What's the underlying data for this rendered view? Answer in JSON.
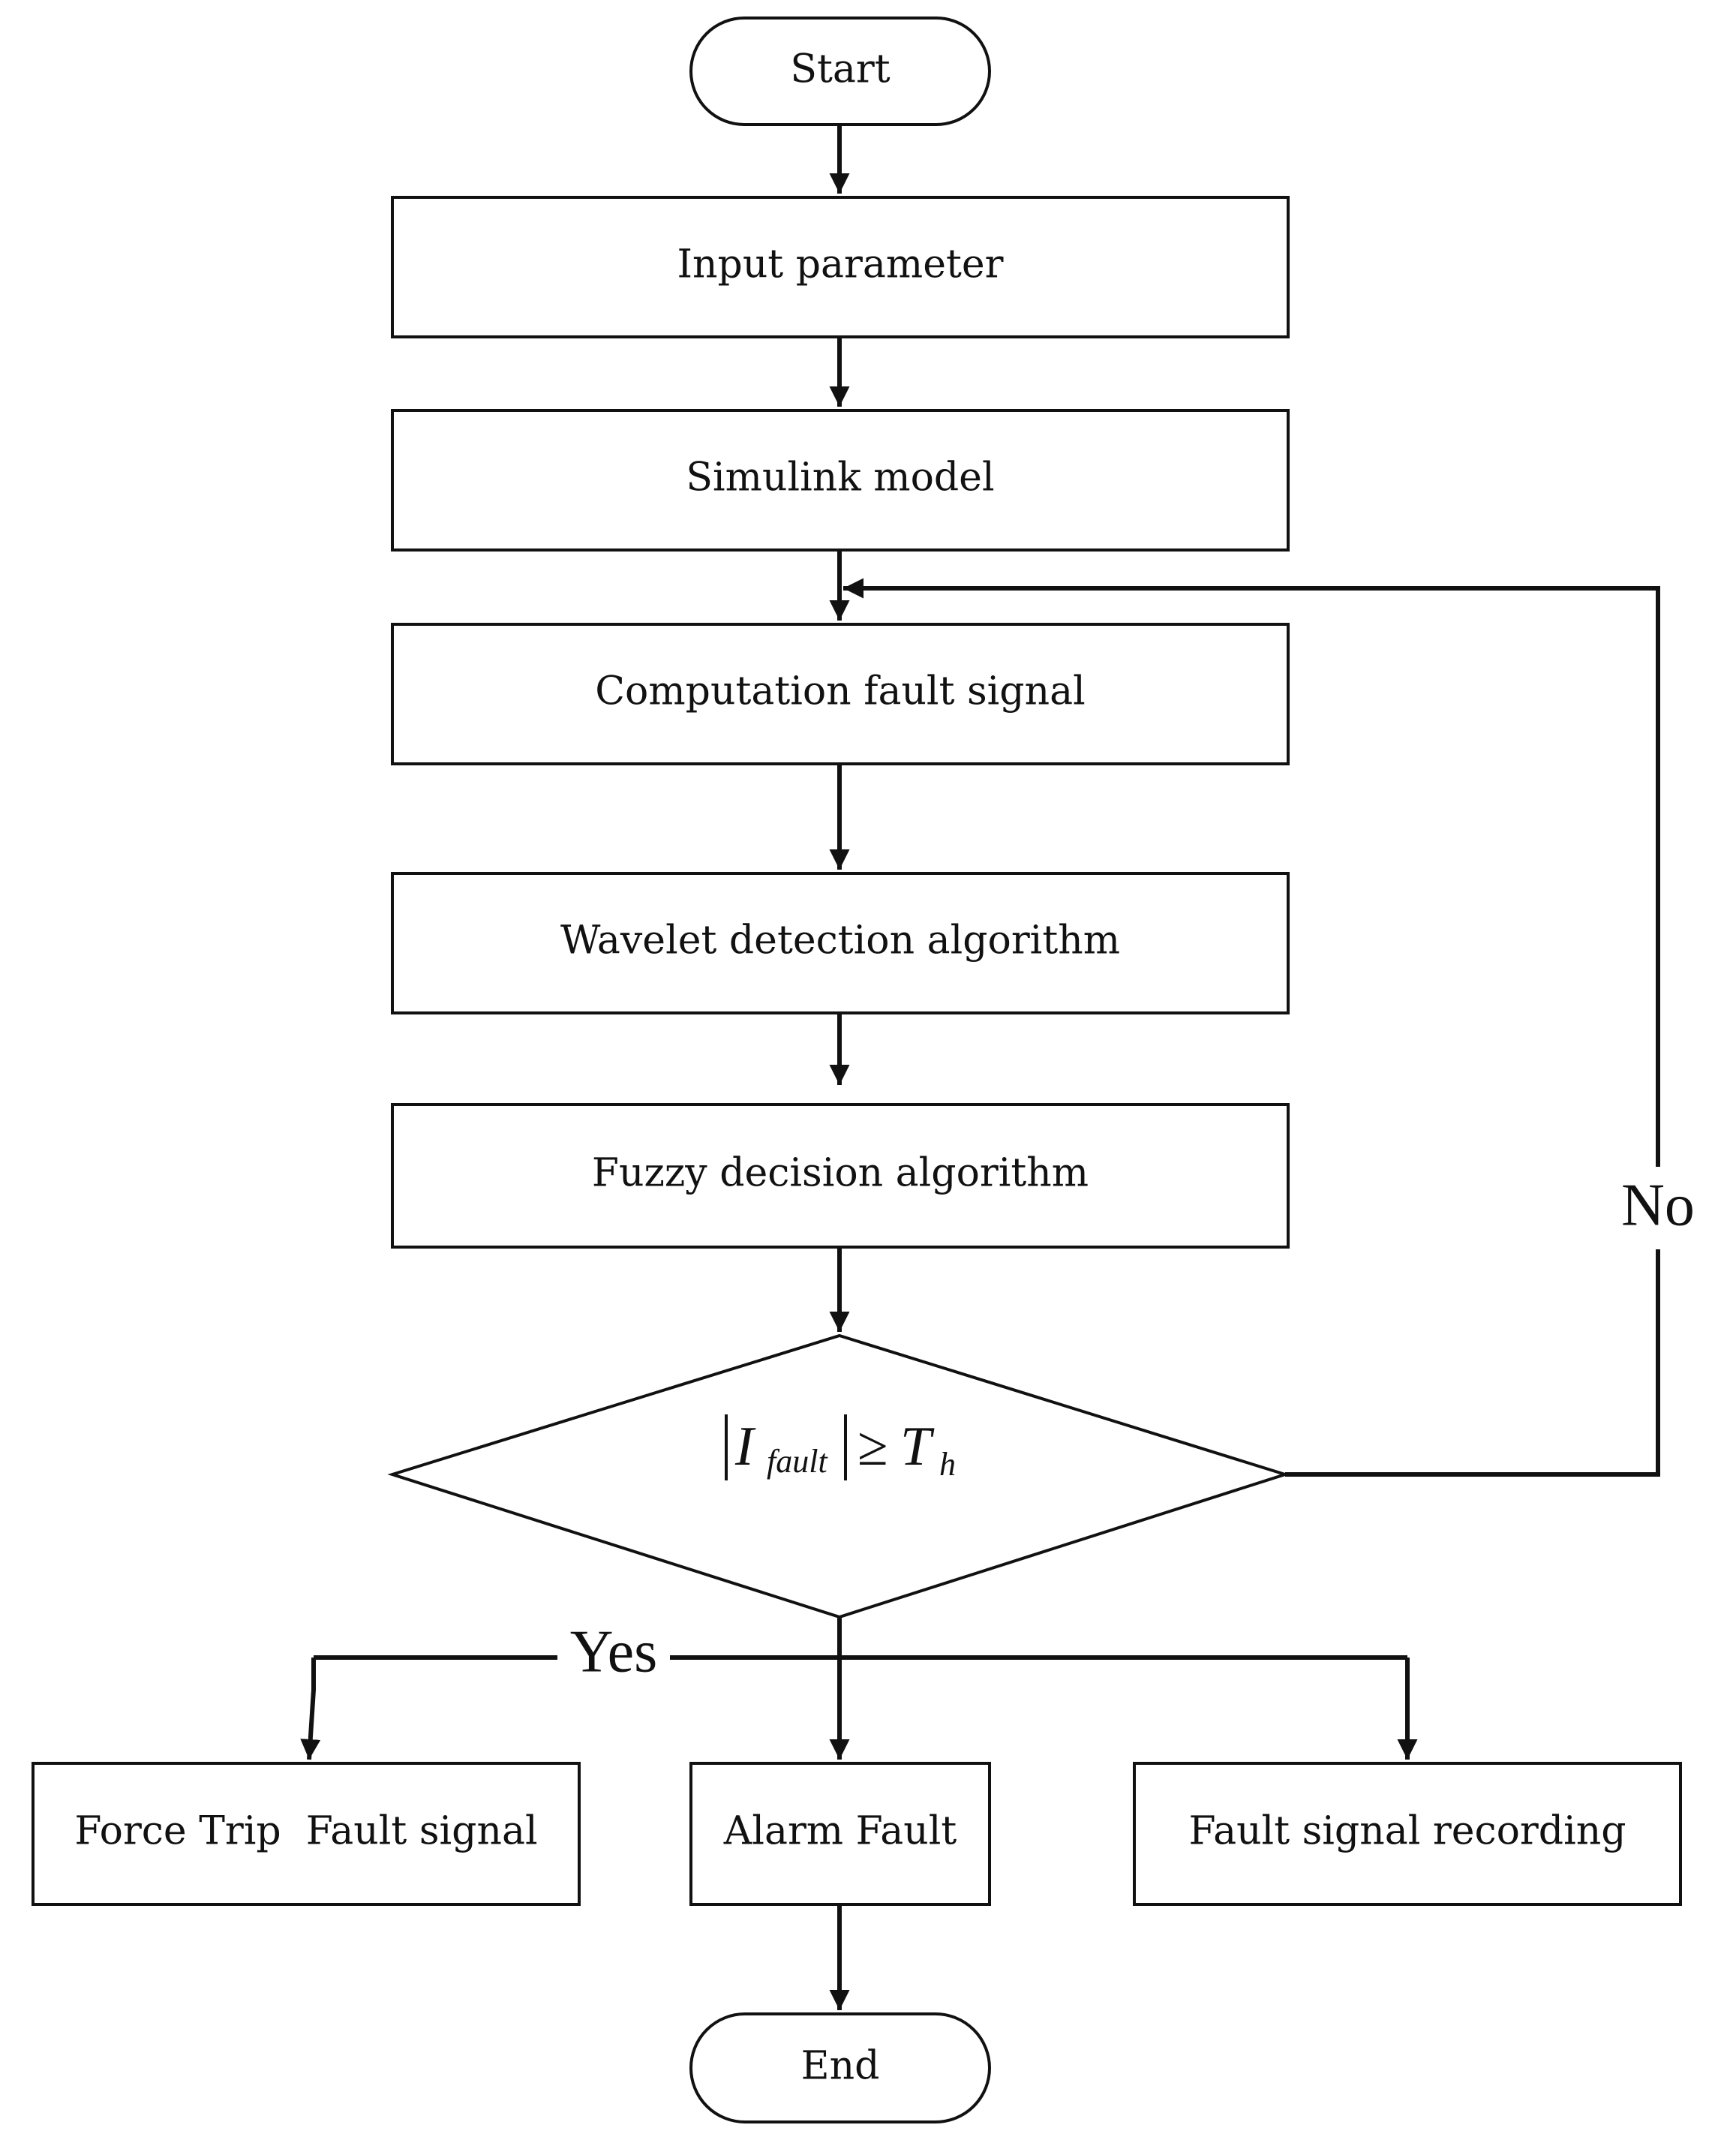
{
  "nodes": {
    "start": "Start",
    "input": "Input parameter",
    "simulink": "Simulink model",
    "computation": "Computation fault signal",
    "wavelet": "Wavelet detection algorithm",
    "fuzzy": "Fuzzy decision algorithm",
    "force_trip": "Force Trip  Fault signal",
    "alarm": "Alarm Fault",
    "recording": "Fault signal recording",
    "end": "End"
  },
  "decision": {
    "var": "I",
    "var_sub": "fault",
    "relation": "≥",
    "threshold": "T",
    "threshold_sub": "h"
  },
  "labels": {
    "no": "No",
    "yes": "Yes"
  }
}
